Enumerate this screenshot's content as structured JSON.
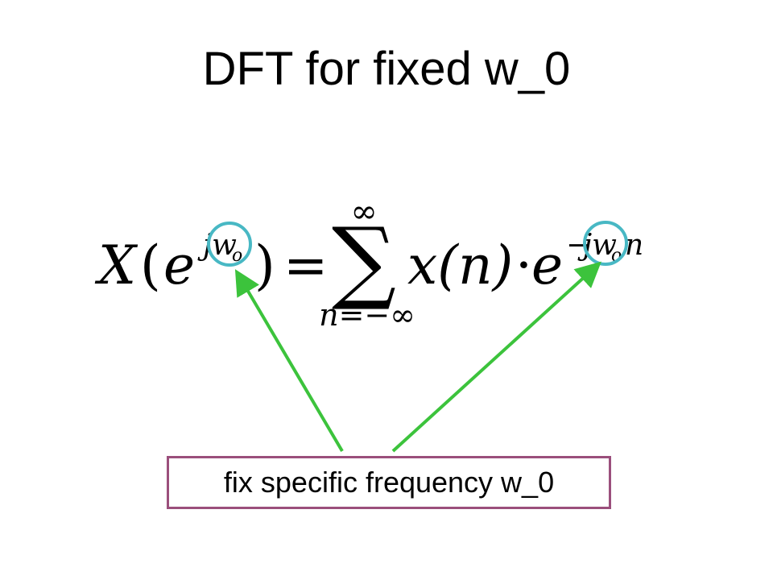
{
  "title": "DFT for fixed w_0",
  "equation": {
    "lhs_func": "X",
    "lhs_open": "(",
    "base_e": "e",
    "exp_lhs": "jw",
    "exp_sub": "o",
    "lhs_close": ")",
    "equals": "=",
    "sum_symbol": "∑",
    "sum_upper": "∞",
    "sum_lower": "n=−∞",
    "term": "x(n)",
    "dot": "·",
    "exp_rhs_sign": "−",
    "exp_rhs_tail": "n"
  },
  "callout": {
    "text": "fix specific frequency w_0"
  },
  "colors": {
    "circle": "#48b8c4",
    "arrow": "#3cc33c",
    "callout_border": "#9b4f7c"
  }
}
